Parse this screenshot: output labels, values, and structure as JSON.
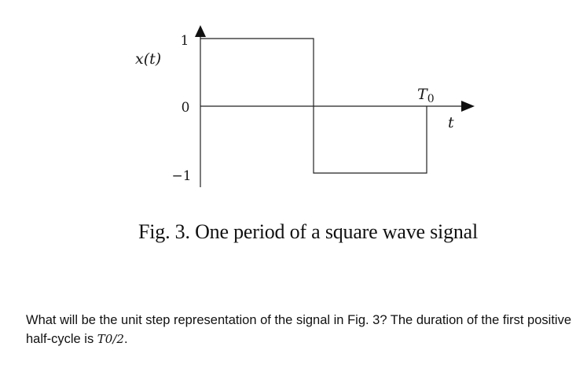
{
  "figure": {
    "y_axis_label": "x(t)",
    "x_axis_label": "t",
    "y_ticks": [
      "1",
      "0",
      "−1"
    ],
    "period_label": "T",
    "period_label_subscript": "0"
  },
  "signal": {
    "type": "square wave",
    "levels": [
      1,
      -1
    ],
    "segments": [
      {
        "t_start": "0",
        "t_end": "T0/2",
        "value": 1
      },
      {
        "t_start": "T0/2",
        "t_end": "T0",
        "value": -1
      }
    ]
  },
  "caption": "Fig. 3. One period of a square wave signal",
  "question": {
    "text_before": "What will be the unit step representation of the signal in Fig. 3? The duration of the first positive half-cycle is ",
    "symbol": "T0/2",
    "text_after": "."
  }
}
